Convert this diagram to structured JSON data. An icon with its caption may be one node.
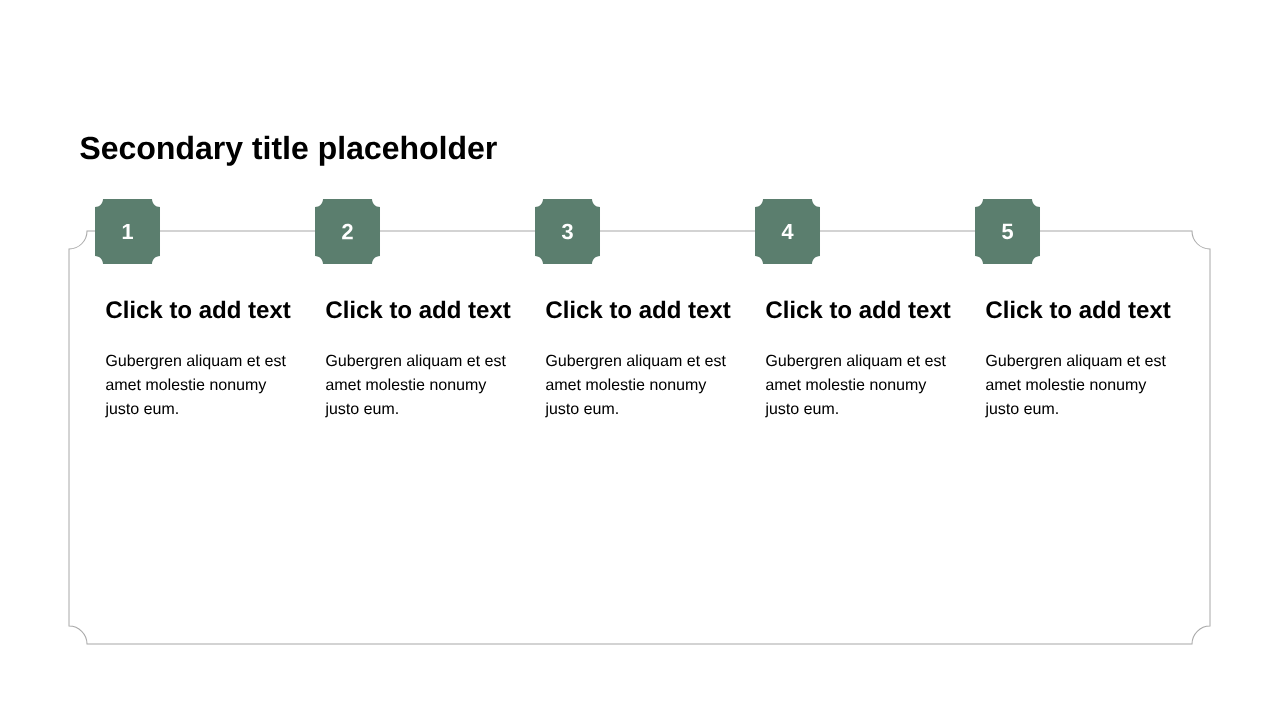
{
  "diagram": {
    "title": "Secondary title placeholder",
    "nodes": [
      {
        "text": [
          "1"
        ],
        "beside": [
          "Click to add text",
          "Gubergren aliquam et est amet molestie nonumy justo eum."
        ]
      },
      {
        "text": [
          "2"
        ],
        "beside": [
          "Click to add text",
          "Gubergren aliquam et est amet molestie nonumy justo eum."
        ]
      },
      {
        "text": [
          "3"
        ],
        "beside": [
          "Click to add text",
          "Gubergren aliquam et est amet molestie nonumy justo eum."
        ]
      },
      {
        "text": [
          "4"
        ],
        "beside": [
          "Click to add text",
          "Gubergren aliquam et est amet molestie nonumy justo eum."
        ]
      },
      {
        "text": [
          "5"
        ],
        "beside": [
          "Click to add text",
          "Gubergren aliquam et est amet molestie nonumy justo eum."
        ]
      }
    ]
  }
}
